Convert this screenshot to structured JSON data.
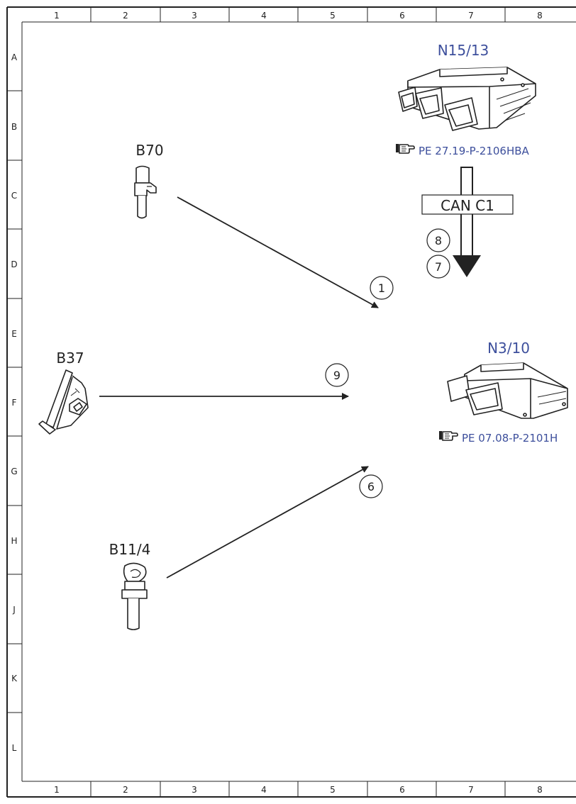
{
  "frame": {
    "columns": [
      "1",
      "2",
      "3",
      "4",
      "5",
      "6",
      "7",
      "8"
    ],
    "rows": [
      "A",
      "B",
      "C",
      "D",
      "E",
      "F",
      "G",
      "H",
      "J",
      "K",
      "L"
    ]
  },
  "components": {
    "n15_13": {
      "code": "N15/13",
      "ref": "PE 27.19-P-2106HBA"
    },
    "n3_10": {
      "code": "N3/10",
      "ref": "PE 07.08-P-2101H"
    },
    "b70": {
      "code": "B70"
    },
    "b37": {
      "code": "B37"
    },
    "b11_4": {
      "code": "B11/4"
    }
  },
  "can_bus": {
    "label": "CAN C1"
  },
  "signals": {
    "s1": "1",
    "s6": "6",
    "s7": "7",
    "s8": "8",
    "s9": "9"
  },
  "colors": {
    "accent": "#3d4f9c",
    "line": "#222222"
  },
  "icons": {
    "reference": "pointing-hand-icon"
  }
}
